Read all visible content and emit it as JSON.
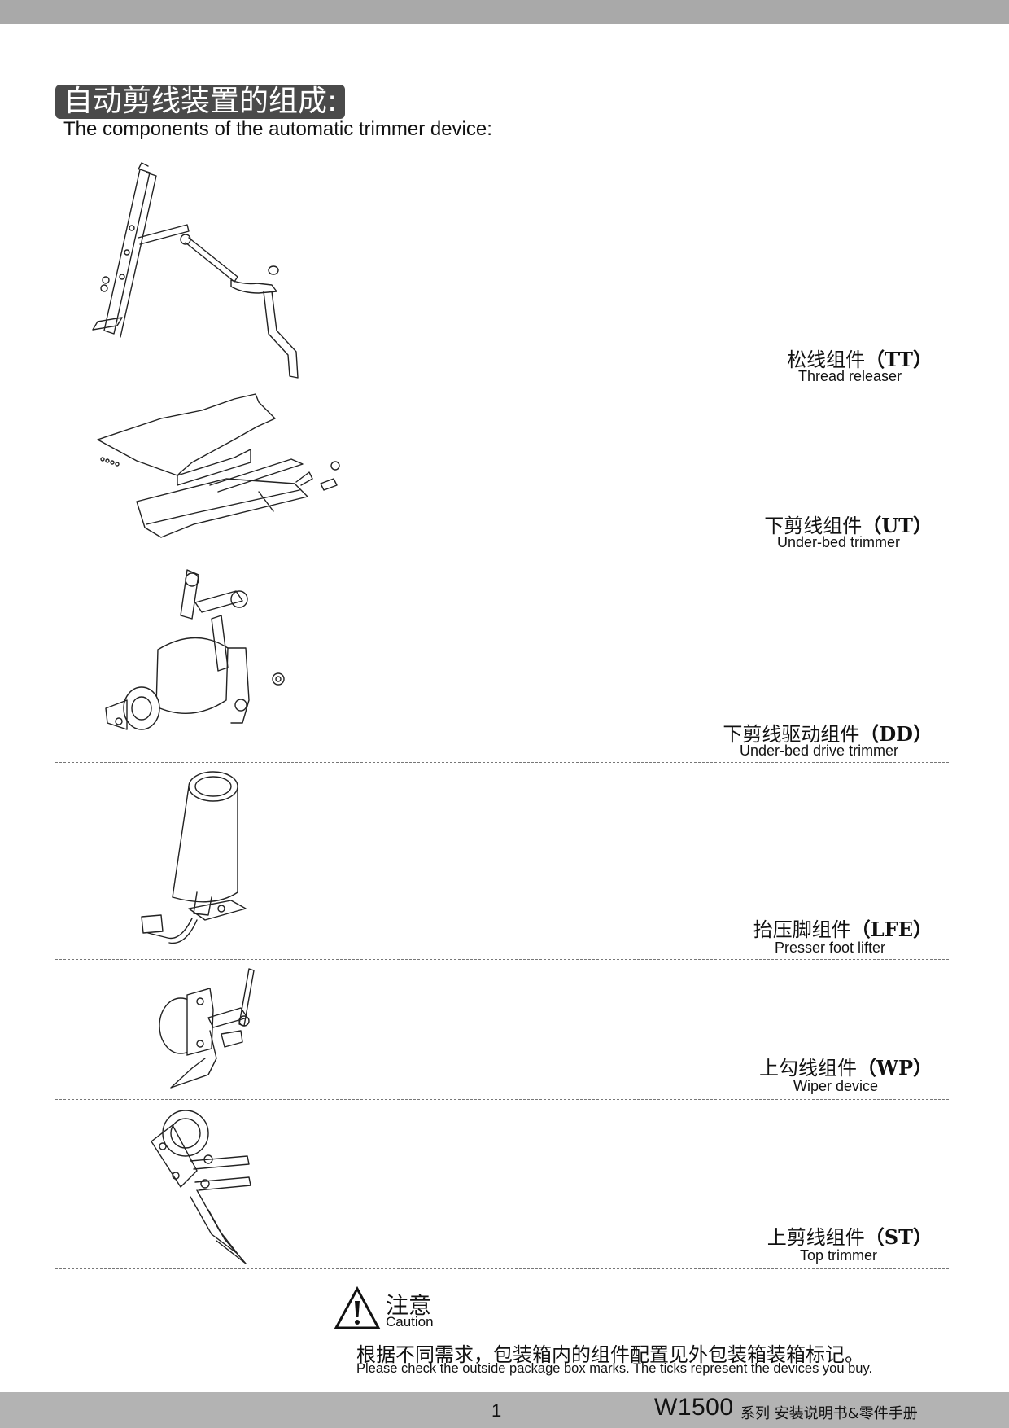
{
  "header": {
    "title_zh": "自动剪线装置的组成:",
    "title_en": "The components of the automatic trimmer device:"
  },
  "components": [
    {
      "name_zh": "松线组件",
      "code": "（TT）",
      "name_en": "Thread releaser",
      "icon": "thread-releaser-drawing"
    },
    {
      "name_zh": "下剪线组件",
      "code": "（UT）",
      "name_en": "Under-bed trimmer",
      "icon": "under-bed-trimmer-drawing"
    },
    {
      "name_zh": "下剪线驱动组件",
      "code": "（DD）",
      "name_en": "Under-bed drive trimmer",
      "icon": "under-bed-drive-drawing"
    },
    {
      "name_zh": "抬压脚组件",
      "code": "（LFE）",
      "name_en": "Presser foot lifter",
      "icon": "presser-foot-lifter-drawing"
    },
    {
      "name_zh": "上勾线组件",
      "code": "（WP）",
      "name_en": "Wiper device",
      "icon": "wiper-device-drawing"
    },
    {
      "name_zh": "上剪线组件",
      "code": "（ST）",
      "name_en": "Top trimmer",
      "icon": "top-trimmer-drawing"
    }
  ],
  "caution": {
    "icon": "warning-triangle-icon",
    "title_zh": "注意",
    "title_en": "Caution",
    "text_zh": "根据不同需求，包装箱内的组件配置见外包装箱装箱标记。",
    "text_en": "Please check the outside package box marks. The ticks represent the devices you buy."
  },
  "footer": {
    "page_number": "1",
    "model": "W1500",
    "title": "系列  安装说明书&零件手册"
  }
}
